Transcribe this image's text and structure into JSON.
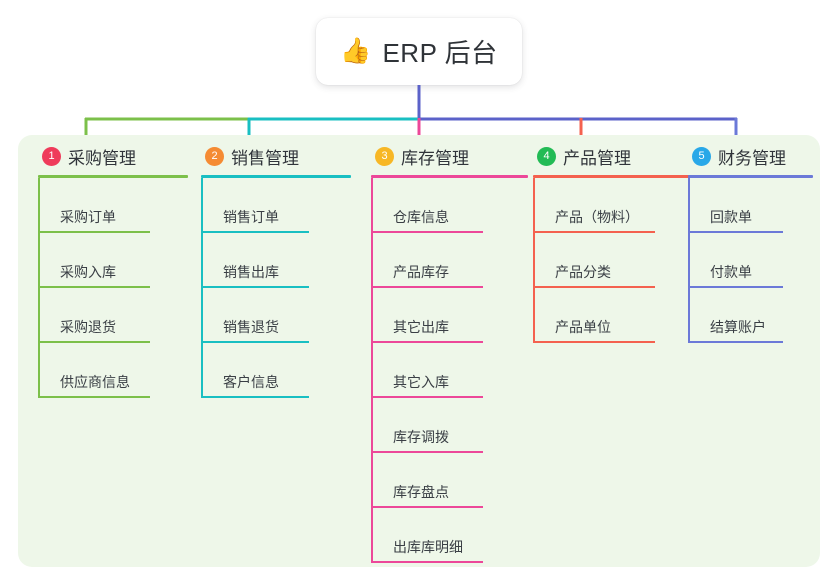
{
  "diagram": {
    "title": "ERP 后台",
    "root": {
      "icon": "thumbs-up-icon",
      "glyph": "👍",
      "label": "ERP 后台"
    },
    "panel_color": "#eef7e9",
    "columns": [
      {
        "number": "1",
        "title": "采购管理",
        "badge_color": "#ef3b5b",
        "line_color": "#7cc04a",
        "items": [
          "采购订单",
          "采购入库",
          "采购退货",
          "供应商信息"
        ]
      },
      {
        "number": "2",
        "title": "销售管理",
        "badge_color": "#f58b33",
        "line_color": "#19bfc2",
        "items": [
          "销售订单",
          "销售出库",
          "销售退货",
          "客户信息"
        ]
      },
      {
        "number": "3",
        "title": "库存管理",
        "badge_color": "#f7b725",
        "line_color": "#ec4899",
        "items": [
          "仓库信息",
          "产品库存",
          "其它出库",
          "其它入库",
          "库存调拨",
          "库存盘点",
          "出库库明细"
        ]
      },
      {
        "number": "4",
        "title": "产品管理",
        "badge_color": "#22bb55",
        "line_color": "#f4614f",
        "items": [
          "产品（物料）",
          "产品分类",
          "产品单位"
        ]
      },
      {
        "number": "5",
        "title": "财务管理",
        "badge_color": "#29a8e8",
        "line_color": "#6b79d8",
        "items": [
          "回款单",
          "付款单",
          "结算账户"
        ]
      }
    ],
    "connectors": {
      "stem_color": "#5b62c9",
      "bus_left_color": "#7cc04a",
      "bus_mid_color": "#19bfc2",
      "bus_right_color": "#5b62c9"
    }
  }
}
